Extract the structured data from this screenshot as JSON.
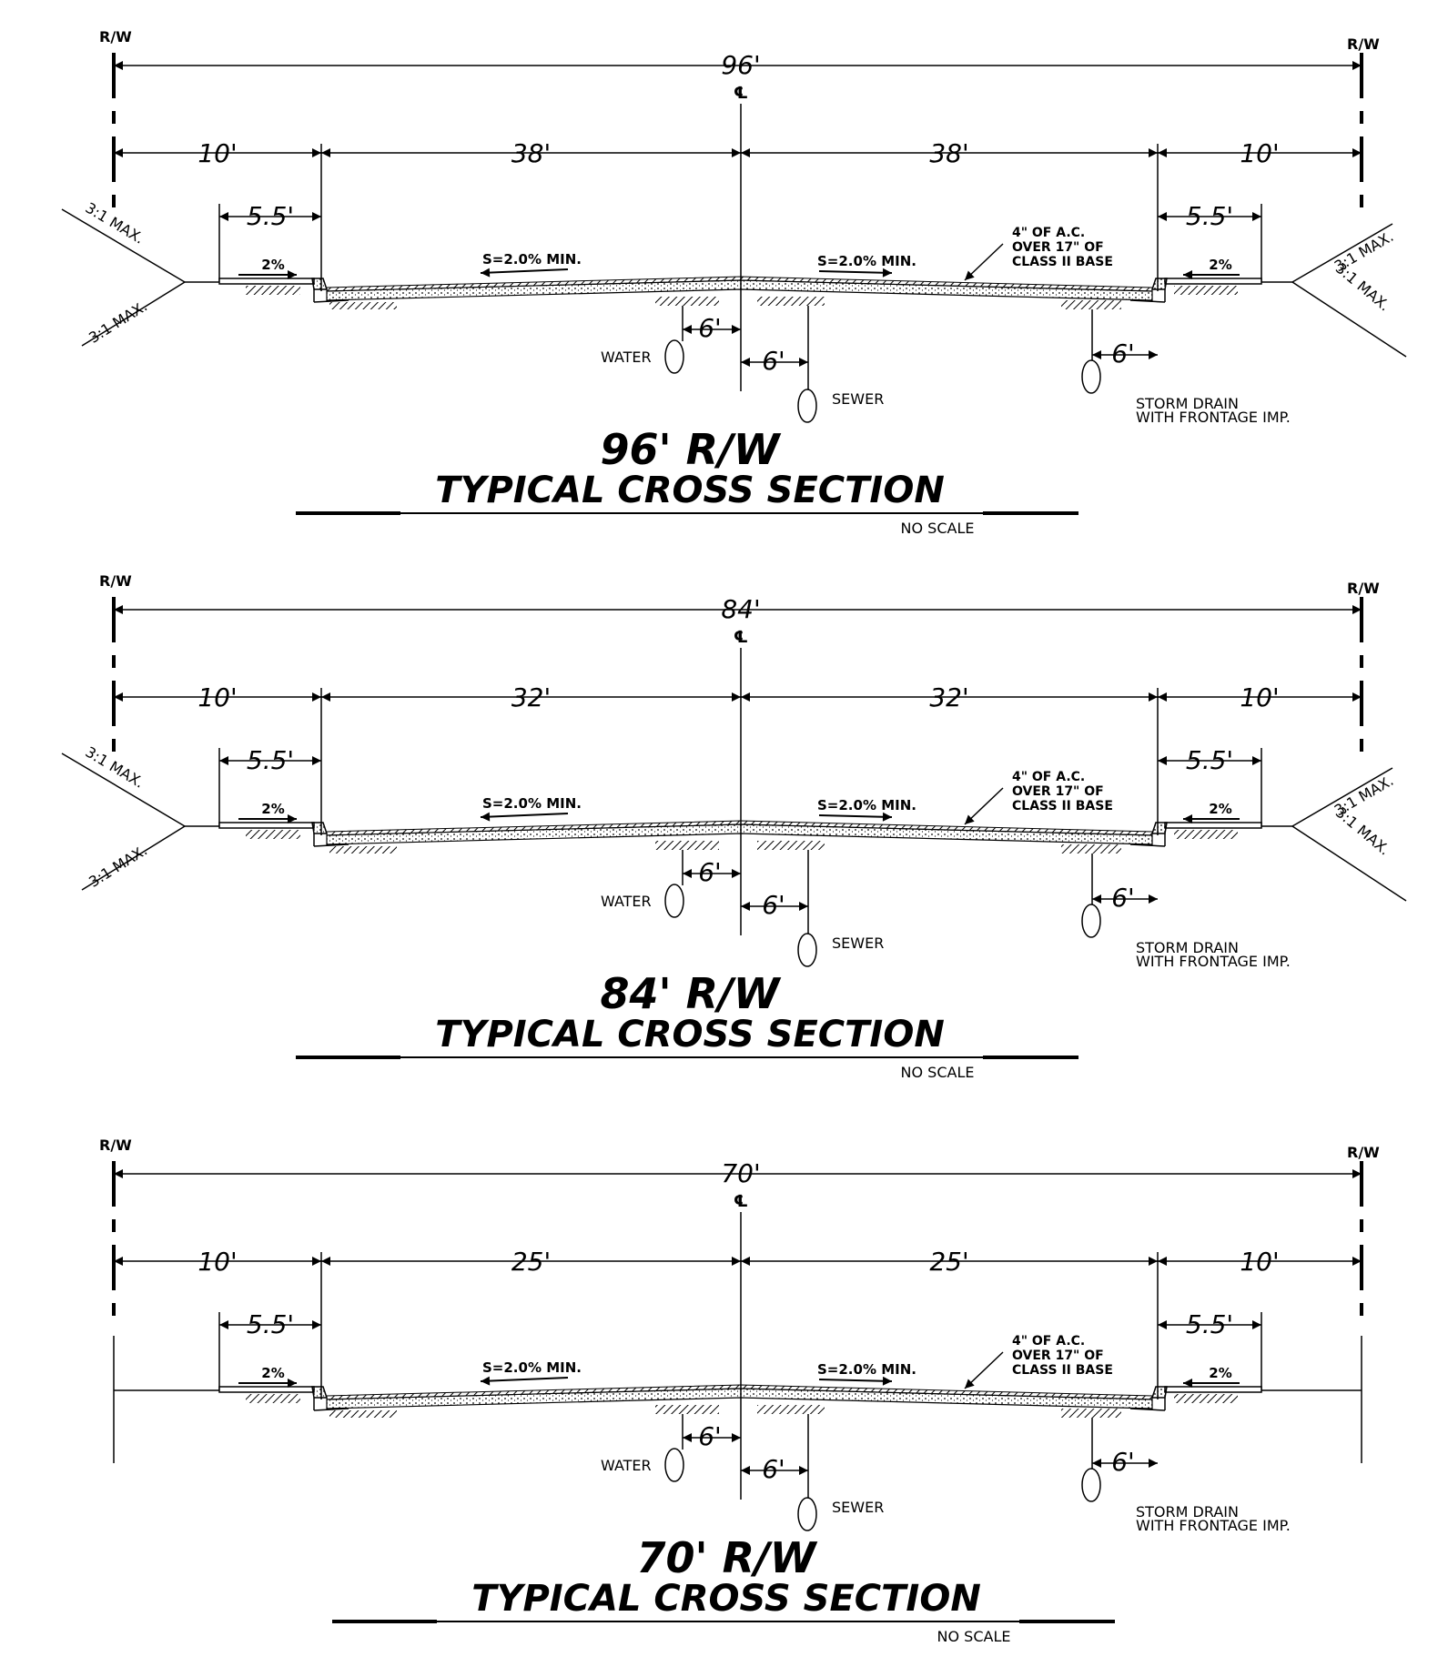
{
  "sections": [
    {
      "rw_label_left": "R/W",
      "rw_label_right": "R/W",
      "total_dim": "96'",
      "centerline_symbol": "℄",
      "dims": [
        "10'",
        "38'",
        "38'",
        "10'"
      ],
      "sidewalk_dim_left": "5.5'",
      "sidewalk_dim_right": "5.5'",
      "slope_left_upper": "3:1 MAX.",
      "slope_left_lower": "3:1 MAX.",
      "slope_right_upper": "3:1 MAX.",
      "slope_right_lower": "3:1 MAX.",
      "sidewalk_slope_left": "2%",
      "sidewalk_slope_right": "2%",
      "pavement_slope_left": "S=2.0% MIN.",
      "pavement_slope_right": "S=2.0% MIN.",
      "pavement_note": [
        "4\" OF A.C.",
        "OVER 17\" OF",
        "CLASS II BASE"
      ],
      "utility_offset_water": "6'",
      "utility_offset_sewer": "6'",
      "utility_offset_storm": "6'",
      "water_label": "WATER",
      "sewer_label": "SEWER",
      "storm_label": [
        "STORM DRAIN",
        "WITH FRONTAGE IMP."
      ],
      "title_main": "96' R/W",
      "title_sub": "TYPICAL CROSS SECTION",
      "scale_note": "NO SCALE",
      "has_slopes": true
    },
    {
      "rw_label_left": "R/W",
      "rw_label_right": "R/W",
      "total_dim": "84'",
      "centerline_symbol": "℄",
      "dims": [
        "10'",
        "32'",
        "32'",
        "10'"
      ],
      "sidewalk_dim_left": "5.5'",
      "sidewalk_dim_right": "5.5'",
      "slope_left_upper": "3:1 MAX.",
      "slope_left_lower": "3:1 MAX.",
      "slope_right_upper": "3:1 MAX.",
      "slope_right_lower": "3:1 MAX.",
      "sidewalk_slope_left": "2%",
      "sidewalk_slope_right": "2%",
      "pavement_slope_left": "S=2.0% MIN.",
      "pavement_slope_right": "S=2.0% MIN.",
      "pavement_note": [
        "4\" OF A.C.",
        "OVER 17\" OF",
        "CLASS II BASE"
      ],
      "utility_offset_water": "6'",
      "utility_offset_sewer": "6'",
      "utility_offset_storm": "6'",
      "water_label": "WATER",
      "sewer_label": "SEWER",
      "storm_label": [
        "STORM DRAIN",
        "WITH FRONTAGE IMP."
      ],
      "title_main": "84' R/W",
      "title_sub": "TYPICAL CROSS SECTION",
      "scale_note": "NO SCALE",
      "has_slopes": true
    },
    {
      "rw_label_left": "R/W",
      "rw_label_right": "R/W",
      "total_dim": "70'",
      "centerline_symbol": "℄",
      "dims": [
        "10'",
        "25'",
        "25'",
        "10'"
      ],
      "sidewalk_dim_left": "5.5'",
      "sidewalk_dim_right": "5.5'",
      "slope_left_upper": "",
      "slope_left_lower": "",
      "slope_right_upper": "",
      "slope_right_lower": "",
      "sidewalk_slope_left": "2%",
      "sidewalk_slope_right": "2%",
      "pavement_slope_left": "S=2.0% MIN.",
      "pavement_slope_right": "S=2.0% MIN.",
      "pavement_note": [
        "4\" OF A.C.",
        "OVER 17\" OF",
        "CLASS II BASE"
      ],
      "utility_offset_water": "6'",
      "utility_offset_sewer": "6'",
      "utility_offset_storm": "6'",
      "water_label": "WATER",
      "sewer_label": "SEWER",
      "storm_label": [
        "STORM DRAIN",
        "WITH FRONTAGE IMP."
      ],
      "title_main": "70' R/W",
      "title_sub": "TYPICAL CROSS SECTION",
      "scale_note": "NO SCALE",
      "has_slopes": false
    }
  ]
}
